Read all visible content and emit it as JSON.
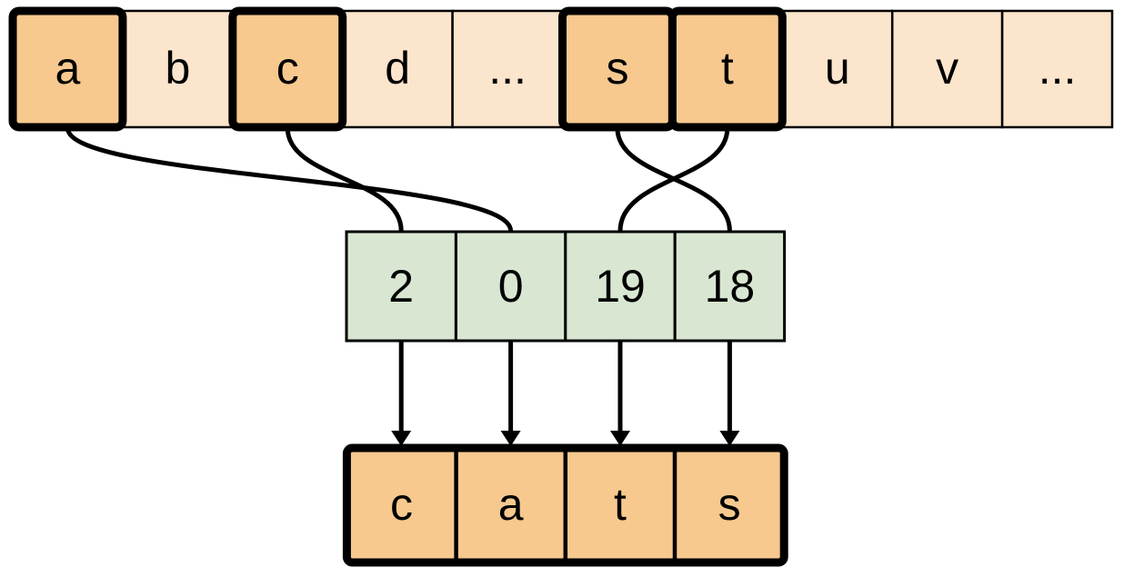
{
  "diagram": {
    "alphabet_row": {
      "cells": [
        {
          "label": "a",
          "highlighted": true
        },
        {
          "label": "b",
          "highlighted": false
        },
        {
          "label": "c",
          "highlighted": true
        },
        {
          "label": "d",
          "highlighted": false
        },
        {
          "label": "...",
          "highlighted": false
        },
        {
          "label": "s",
          "highlighted": true
        },
        {
          "label": "t",
          "highlighted": true
        },
        {
          "label": "u",
          "highlighted": false
        },
        {
          "label": "v",
          "highlighted": false
        },
        {
          "label": "...",
          "highlighted": false
        }
      ]
    },
    "index_row": {
      "cells": [
        {
          "value": "2"
        },
        {
          "value": "0"
        },
        {
          "value": "19"
        },
        {
          "value": "18"
        }
      ]
    },
    "output_row": {
      "cells": [
        {
          "letter": "c"
        },
        {
          "letter": "a"
        },
        {
          "letter": "t"
        },
        {
          "letter": "s"
        }
      ]
    },
    "mappings": [
      {
        "from_letter": "a",
        "to_index_cell": 1
      },
      {
        "from_letter": "c",
        "to_index_cell": 0
      },
      {
        "from_letter": "s",
        "to_index_cell": 3
      },
      {
        "from_letter": "t",
        "to_index_cell": 2
      }
    ],
    "colors": {
      "alphabet_cell_fill": "#fce5cd",
      "highlight_cell_fill": "#f7c98f",
      "index_cell_fill": "#d9e7d2",
      "stroke": "#000000",
      "background": "#ffffff"
    }
  }
}
